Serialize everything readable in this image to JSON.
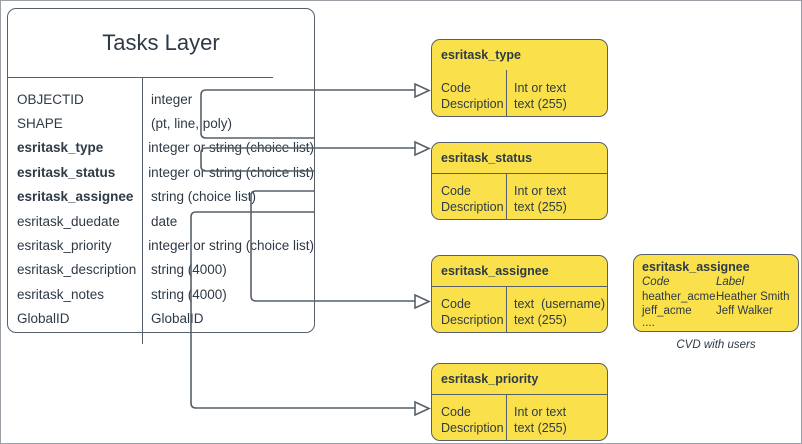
{
  "diagram": {
    "title": "Tasks Layer",
    "colors": {
      "domain_fill": "#fae14b",
      "stroke": "#57606a",
      "text": "#2e3a46",
      "canvas": "#ffffff"
    }
  },
  "entity": {
    "title": "Tasks Layer",
    "fields": [
      {
        "name": "OBJECTID",
        "type": "integer",
        "bold": false
      },
      {
        "name": "SHAPE",
        "type": "(pt, line, poly)",
        "bold": false
      },
      {
        "name": "esritask_type",
        "type": "integer or string (choice list)",
        "bold": true
      },
      {
        "name": "esritask_status",
        "type": "integer or string (choice list)",
        "bold": true
      },
      {
        "name": "esritask_assignee",
        "type": "string (choice list)",
        "bold": true
      },
      {
        "name": "esritask_duedate",
        "type": "date",
        "bold": false
      },
      {
        "name": "esritask_priority",
        "type": "integer or string (choice list)",
        "bold": false
      },
      {
        "name": "esritask_description",
        "type": "string (4000)",
        "bold": false
      },
      {
        "name": "esritask_notes",
        "type": "string (4000)",
        "bold": false
      },
      {
        "name": "GlobalID",
        "type": "GlobalID",
        "bold": false
      }
    ]
  },
  "domains": [
    {
      "title": "esritask_type",
      "left_lines": "Code\nDescription",
      "right_lines": "Int or text\ntext (255)",
      "has_title_rule": false
    },
    {
      "title": "esritask_status",
      "left_lines": "Code\nDescription",
      "right_lines": "Int or text\ntext (255)",
      "has_title_rule": true
    },
    {
      "title": "esritask_assignee",
      "left_lines": "Code\nDescription",
      "right_lines": "text  (username)\ntext (255)",
      "has_title_rule": true
    },
    {
      "title": "esritask_priority",
      "left_lines": "Code\nDescription",
      "right_lines": "Int or text\ntext (255)",
      "has_title_rule": true
    }
  ],
  "cvd": {
    "title": "esritask_assignee",
    "header": {
      "code": "Code",
      "label": "Label"
    },
    "rows": [
      {
        "code": "heather_acme",
        "label": "Heather Smith"
      },
      {
        "code": "jeff_acme",
        "label": "Jeff Walker"
      },
      {
        "code": "....",
        "label": ""
      }
    ],
    "caption": "CVD with users"
  }
}
